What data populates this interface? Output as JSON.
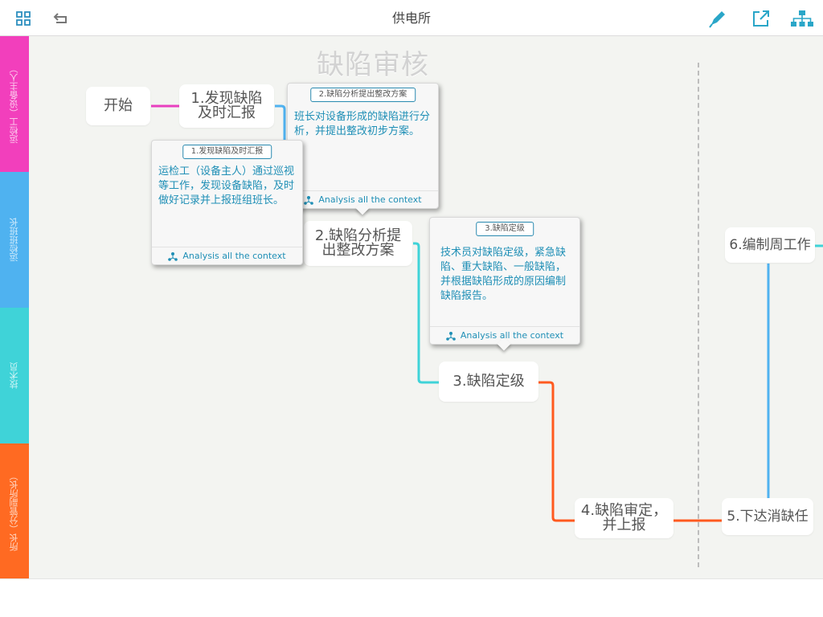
{
  "header": {
    "title": "供电所"
  },
  "lanes": [
    {
      "label": "运检工（设备主人）",
      "color": "#f23fbc"
    },
    {
      "label": "运检班班长",
      "color": "#4fb2f0"
    },
    {
      "label": "技术员",
      "color": "#3fd3d8"
    },
    {
      "label": "所长（分管副所长）",
      "color": "#ff6a22"
    }
  ],
  "diagram": {
    "title": "缺陷审核",
    "nodes": {
      "start": "开始",
      "n1": "1.发现缺陷\n及时汇报",
      "n2": "2.缺陷分析提\n出整改方案",
      "n3": "3.缺陷定级",
      "n4": "4.缺陷审定，\n并上报",
      "n5": "5.下达消缺任",
      "n6": "6.编制周工作"
    },
    "cards": {
      "c1": {
        "title": "1.发现缺陷及时汇报",
        "body": "运检工（设备主人）通过巡视等工作，发现设备缺陷，及时做好记录并上报班组班长。",
        "footer": "Analysis all the context"
      },
      "c2": {
        "title": "2.缺陷分析提出整改方案",
        "body": "班长对设备形成的缺陷进行分析，并提出整改初步方案。",
        "footer": "Analysis all the context"
      },
      "c3": {
        "title": "3.缺陷定级",
        "body": "技术员对缺陷定级，紧急缺陷、重大缺陷、一般缺陷，并根据缺陷形成的原因编制缺陷报告。",
        "footer": "Analysis all the context"
      }
    },
    "colors": {
      "pink": "#e83fbf",
      "blue": "#4fb2f0",
      "cyan": "#3fd3d8",
      "orange": "#ff5a1f"
    }
  },
  "icons": {
    "grid": "grid-icon",
    "undo": "undo-icon",
    "pen": "pen-icon",
    "share": "share-icon",
    "org": "org-chart-icon"
  }
}
